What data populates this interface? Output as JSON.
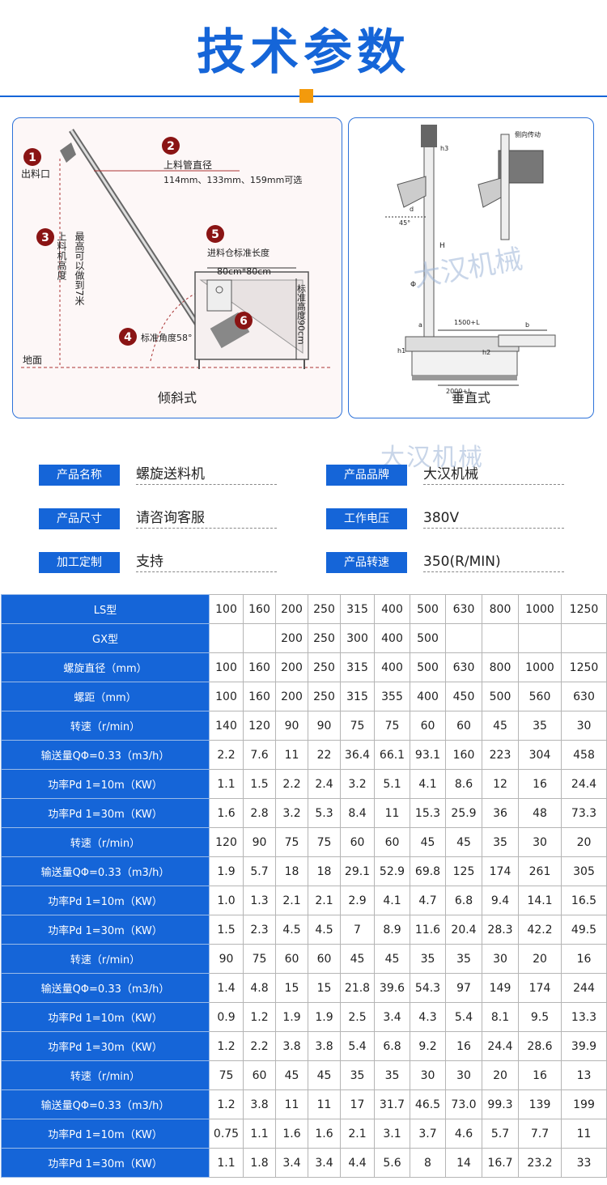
{
  "page": {
    "title": "技术参数"
  },
  "diagram_left": {
    "caption": "倾斜式",
    "callouts": [
      {
        "num": "1",
        "text": "出料口"
      },
      {
        "num": "2",
        "text": "上料管直径",
        "sub": "114mm、133mm、159mm可选"
      },
      {
        "num": "3",
        "text": "上料机高度",
        "sub": "最高可以做到7米"
      },
      {
        "num": "4",
        "text": "标准角度58°"
      },
      {
        "num": "5",
        "text": "进料仓标准长度",
        "sub": "80cm*80cm"
      },
      {
        "num": "6",
        "text": ""
      }
    ],
    "ground_label": "地面",
    "height_label": "标准高度90cm"
  },
  "diagram_right": {
    "caption": "垂直式",
    "side_label": "侧向传动",
    "watermark": "大汉机械",
    "dims": {
      "a": "a",
      "b": "b",
      "d": "d",
      "h1": "h1",
      "h2": "h2",
      "h3": "h3",
      "len1": "1500+L",
      "len2": "2000+L",
      "angle": "45°",
      "phi": "Φ",
      "H": "H"
    }
  },
  "watermark_mid": "大汉机械",
  "params": [
    {
      "label": "产品名称",
      "value": "螺旋送料机"
    },
    {
      "label": "产品品牌",
      "value": "大汉机械"
    },
    {
      "label": "产品尺寸",
      "value": "请咨询客服"
    },
    {
      "label": "工作电压",
      "value": "380V"
    },
    {
      "label": "加工定制",
      "value": "支持"
    },
    {
      "label": "产品转速",
      "value": "350(R/MIN)"
    }
  ],
  "table": {
    "rows": [
      {
        "label": "LS型",
        "cells": [
          "100",
          "160",
          "200",
          "250",
          "315",
          "400",
          "500",
          "630",
          "800",
          "1000",
          "1250"
        ]
      },
      {
        "label": "GX型",
        "cells": [
          "",
          "",
          "200",
          "250",
          "300",
          "400",
          "500",
          "",
          "",
          "",
          ""
        ]
      },
      {
        "label": "螺旋直径（mm）",
        "cells": [
          "100",
          "160",
          "200",
          "250",
          "315",
          "400",
          "500",
          "630",
          "800",
          "1000",
          "1250"
        ]
      },
      {
        "label": "螺距（mm）",
        "cells": [
          "100",
          "160",
          "200",
          "250",
          "315",
          "355",
          "400",
          "450",
          "500",
          "560",
          "630"
        ]
      },
      {
        "label": "转速（r/min）",
        "cells": [
          "140",
          "120",
          "90",
          "90",
          "75",
          "75",
          "60",
          "60",
          "45",
          "35",
          "30"
        ]
      },
      {
        "label": "输送量QΦ=0.33（m3/h）",
        "cells": [
          "2.2",
          "7.6",
          "11",
          "22",
          "36.4",
          "66.1",
          "93.1",
          "160",
          "223",
          "304",
          "458"
        ]
      },
      {
        "label": "功率Pd 1=10m（KW）",
        "cells": [
          "1.1",
          "1.5",
          "2.2",
          "2.4",
          "3.2",
          "5.1",
          "4.1",
          "8.6",
          "12",
          "16",
          "24.4"
        ]
      },
      {
        "label": "功率Pd 1=30m（KW）",
        "cells": [
          "1.6",
          "2.8",
          "3.2",
          "5.3",
          "8.4",
          "11",
          "15.3",
          "25.9",
          "36",
          "48",
          "73.3"
        ]
      },
      {
        "label": "转速（r/min）",
        "cells": [
          "120",
          "90",
          "75",
          "75",
          "60",
          "60",
          "45",
          "45",
          "35",
          "30",
          "20"
        ]
      },
      {
        "label": "输送量QΦ=0.33（m3/h）",
        "cells": [
          "1.9",
          "5.7",
          "18",
          "18",
          "29.1",
          "52.9",
          "69.8",
          "125",
          "174",
          "261",
          "305"
        ]
      },
      {
        "label": "功率Pd 1=10m（KW）",
        "cells": [
          "1.0",
          "1.3",
          "2.1",
          "2.1",
          "2.9",
          "4.1",
          "4.7",
          "6.8",
          "9.4",
          "14.1",
          "16.5"
        ]
      },
      {
        "label": "功率Pd 1=30m（KW）",
        "cells": [
          "1.5",
          "2.3",
          "4.5",
          "4.5",
          "7",
          "8.9",
          "11.6",
          "20.4",
          "28.3",
          "42.2",
          "49.5"
        ]
      },
      {
        "label": "转速（r/min）",
        "cells": [
          "90",
          "75",
          "60",
          "60",
          "45",
          "45",
          "35",
          "35",
          "30",
          "20",
          "16"
        ]
      },
      {
        "label": "输送量QΦ=0.33（m3/h）",
        "cells": [
          "1.4",
          "4.8",
          "15",
          "15",
          "21.8",
          "39.6",
          "54.3",
          "97",
          "149",
          "174",
          "244"
        ]
      },
      {
        "label": "功率Pd 1=10m（KW）",
        "cells": [
          "0.9",
          "1.2",
          "1.9",
          "1.9",
          "2.5",
          "3.4",
          "4.3",
          "5.4",
          "8.1",
          "9.5",
          "13.3"
        ]
      },
      {
        "label": "功率Pd 1=30m（KW）",
        "cells": [
          "1.2",
          "2.2",
          "3.8",
          "3.8",
          "5.4",
          "6.8",
          "9.2",
          "16",
          "24.4",
          "28.6",
          "39.9"
        ]
      },
      {
        "label": "转速（r/min）",
        "cells": [
          "75",
          "60",
          "45",
          "45",
          "35",
          "35",
          "30",
          "30",
          "20",
          "16",
          "13"
        ]
      },
      {
        "label": "输送量QΦ=0.33（m3/h）",
        "cells": [
          "1.2",
          "3.8",
          "11",
          "11",
          "17",
          "31.7",
          "46.5",
          "73.0",
          "99.3",
          "139",
          "199"
        ]
      },
      {
        "label": "功率Pd 1=10m（KW）",
        "cells": [
          "0.75",
          "1.1",
          "1.6",
          "1.6",
          "2.1",
          "3.1",
          "3.7",
          "4.6",
          "5.7",
          "7.7",
          "11"
        ]
      },
      {
        "label": "功率Pd 1=30m（KW）",
        "cells": [
          "1.1",
          "1.8",
          "3.4",
          "3.4",
          "4.4",
          "5.6",
          "8",
          "14",
          "16.7",
          "23.2",
          "33"
        ]
      }
    ]
  }
}
